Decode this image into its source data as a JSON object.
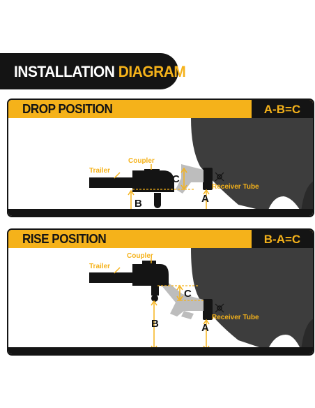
{
  "header": {
    "title_part1": "INSTALLATION",
    "title_part2": "DIAGRAM"
  },
  "panels": [
    {
      "title": "DROP POSITION",
      "formula": "A-B=C",
      "labels": {
        "trailer": "Trailer",
        "coupler": "Coupler",
        "receiver": "Receiver Tube",
        "a": "A",
        "b": "B",
        "c": "C"
      }
    },
    {
      "title": "RISE POSITION",
      "formula": "B-A=C",
      "labels": {
        "trailer": "Trailer",
        "coupler": "Coupler",
        "receiver": "Receiver Tube",
        "a": "A",
        "b": "B",
        "c": "C"
      }
    }
  ],
  "colors": {
    "accent": "#f5b21a",
    "dark": "#141414",
    "vehicle": "#3d3d3d",
    "hitch": "#bdbdbd"
  }
}
